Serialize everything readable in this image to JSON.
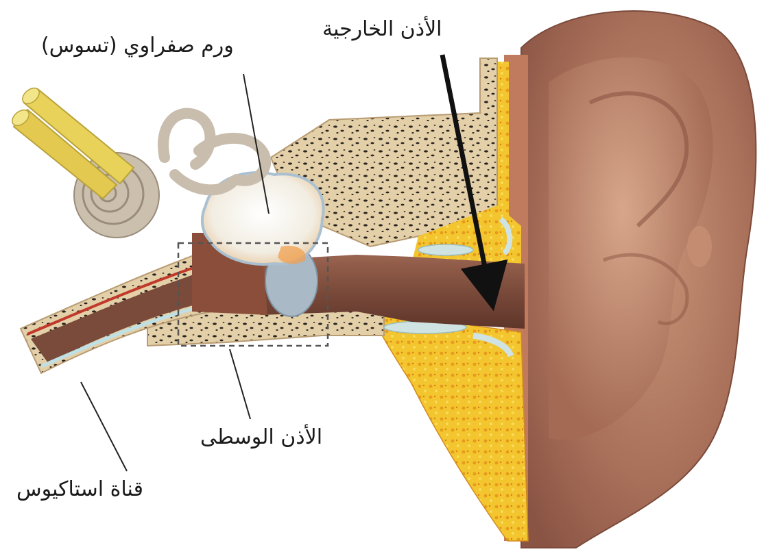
{
  "labels": {
    "cholesteatoma": "ورم صفراوي (تسوس)",
    "outer_ear": "الأذن الخارجية",
    "middle_ear": "الأذن الوسطى",
    "eustachian_tube": "قناة استاكيوس"
  },
  "colors": {
    "skin": "#b07a62",
    "bone": "#e3cfa8",
    "fat": "#f2c230",
    "tumor": "#f4f1ea",
    "canal": "#7a4a3a",
    "nerve": "#e8d25a",
    "cochlea": "#cbbfae",
    "eardrum": "#a9b9c6",
    "vessel": "#c0392b"
  }
}
